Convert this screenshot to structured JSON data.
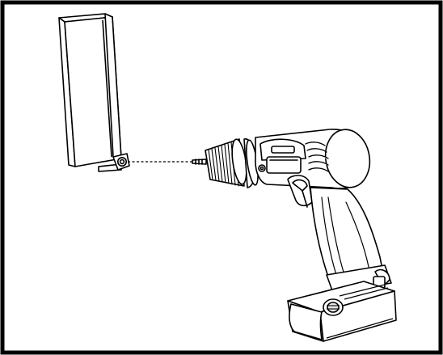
{
  "figure": {
    "kind": "assembly-instruction-illustration",
    "border_color": "#000000",
    "line_color": "#000000",
    "fill_color": "#ffffff",
    "shade_color": "#e6e6e6",
    "components": [
      {
        "name": "mounting-bracket",
        "icon": "bracket-icon"
      },
      {
        "name": "cordless-drill",
        "icon": "drill-icon"
      },
      {
        "name": "drill-battery-pack",
        "icon": "battery-icon"
      }
    ],
    "guide_line_style": "dashed"
  }
}
